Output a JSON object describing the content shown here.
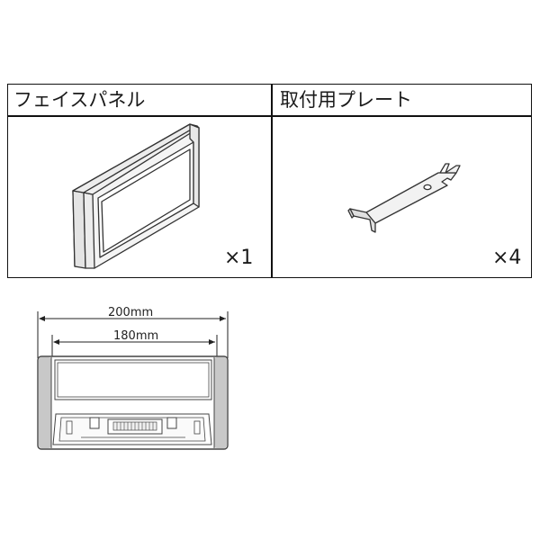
{
  "parts_table": {
    "face_panel": {
      "title": "フェイスパネル",
      "quantity": "×1"
    },
    "mounting_plate": {
      "title": "取付用プレート",
      "quantity": "×4"
    }
  },
  "dimension_drawing": {
    "outer_width_label": "200mm",
    "inner_width_label": "180mm"
  }
}
